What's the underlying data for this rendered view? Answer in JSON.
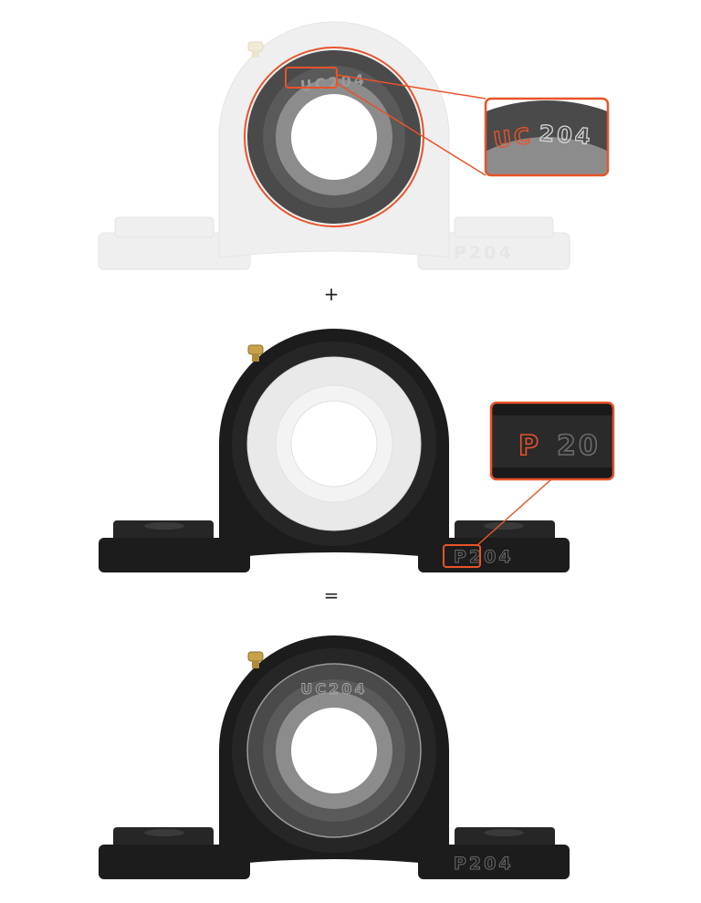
{
  "operators": {
    "plus": "+",
    "equals": "="
  },
  "labels": {
    "insert_model": "UC204",
    "housing_model": "P204",
    "insert_zoom_prefix": "UC",
    "insert_zoom_suffix": "204",
    "housing_zoom_prefix": "P",
    "housing_zoom_suffix": "20"
  },
  "colors": {
    "accent": "#e8532a",
    "housing_black": "#1c1c1c",
    "housing_ghost": "#efefef",
    "insert_dark": "#4a4a4a",
    "insert_mid": "#8c8c8c",
    "grease_fitting": "#c8a24a"
  }
}
